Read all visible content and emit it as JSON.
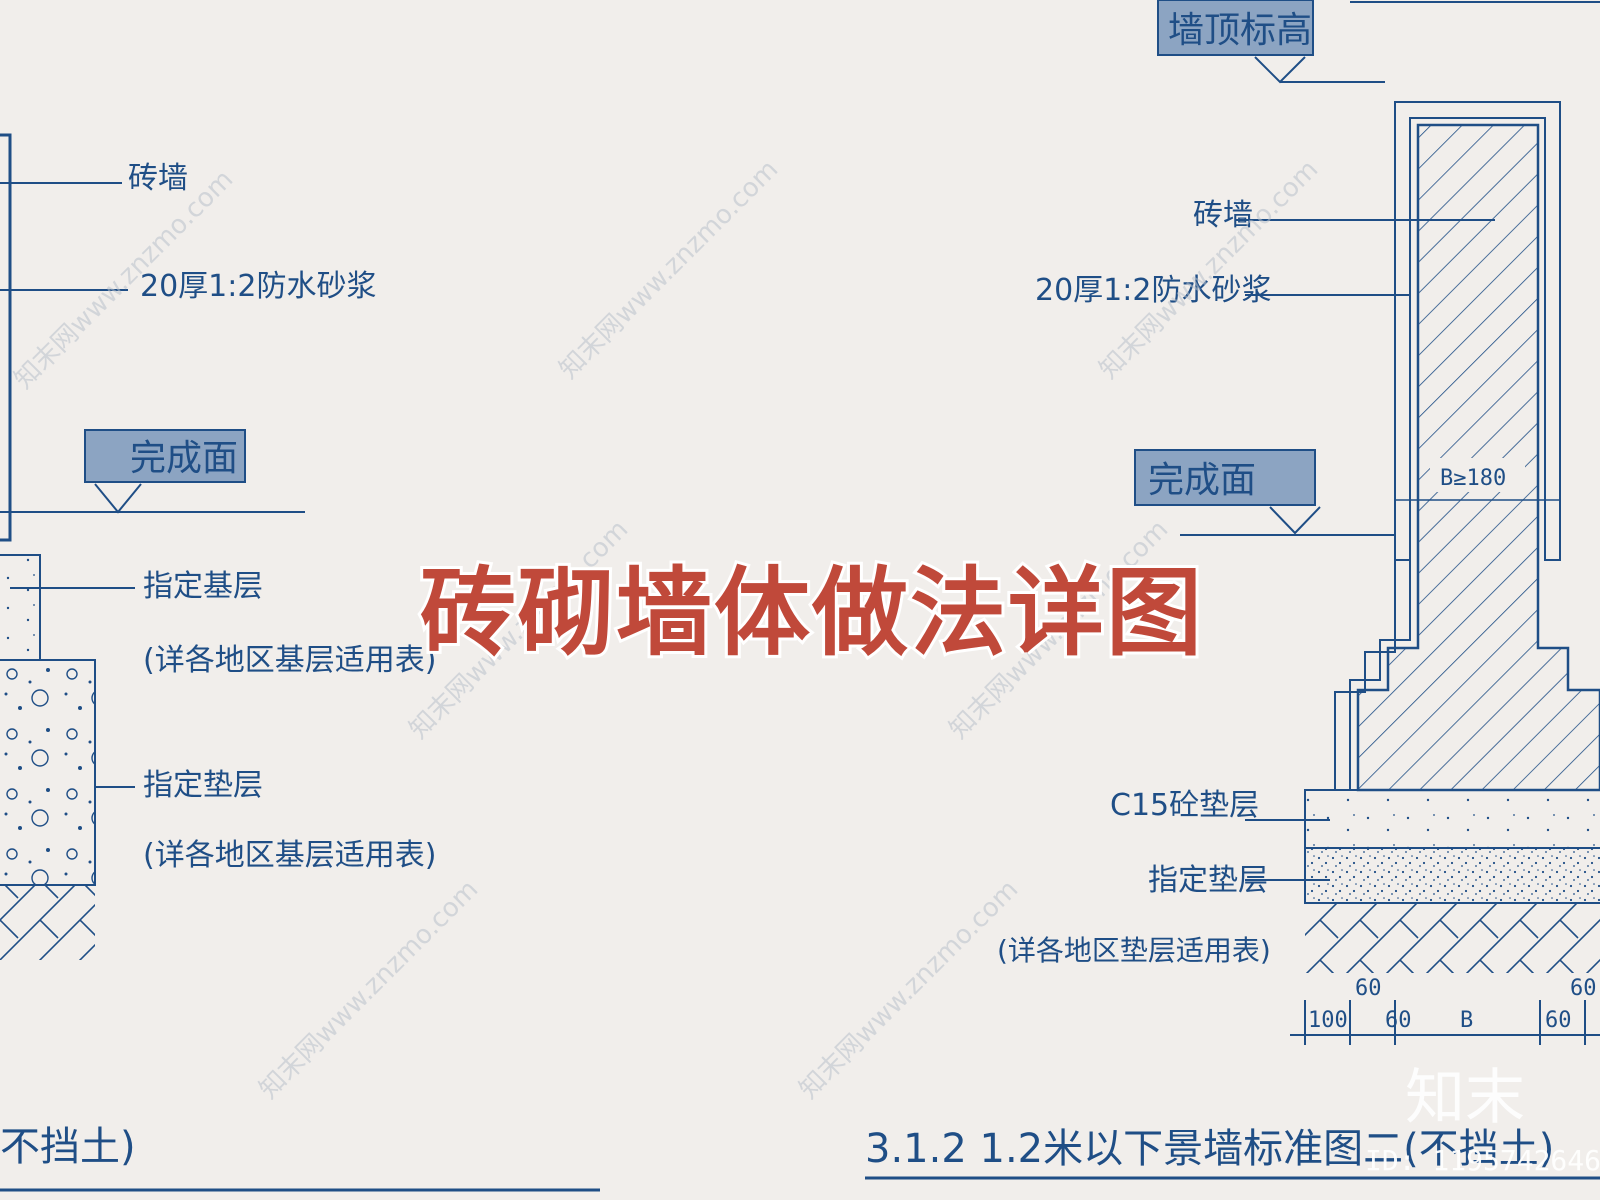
{
  "title": "砖砌墙体做法详图",
  "left_detail": {
    "labels": {
      "brick_wall": "砖墙",
      "mortar": "20厚1:2防水砂浆",
      "finish_face": "完成面",
      "base_layer": "指定基层",
      "base_note": "(详各地区基层适用表)",
      "cushion_layer": "指定垫层",
      "cushion_note": "(详各地区基层适用表)"
    },
    "caption": "不挡土)"
  },
  "right_detail": {
    "labels": {
      "wall_top": "墙顶标高",
      "brick_wall": "砖墙",
      "mortar": "20厚1:2防水砂浆",
      "finish_face": "完成面",
      "width_note": "B≥180",
      "concrete_cushion": "C15砼垫层",
      "cushion_layer": "指定垫层",
      "cushion_note": "(详各地区垫层适用表)"
    },
    "dimensions": {
      "top_left": "60",
      "top_right": "60",
      "d100": "100",
      "d60a": "60",
      "dB": "B",
      "d60b": "60"
    },
    "caption": "3.1.2  1.2米以下景墙标准图二(不挡土)"
  },
  "watermark": {
    "text": "知末网www.znzmo.com",
    "brand": "知末",
    "id": "ID: 1195742646"
  },
  "colors": {
    "line": "#1f4e86",
    "tag_fill": "#8ca4c2",
    "title": "#c0493a",
    "background": "#f1eeeb"
  }
}
